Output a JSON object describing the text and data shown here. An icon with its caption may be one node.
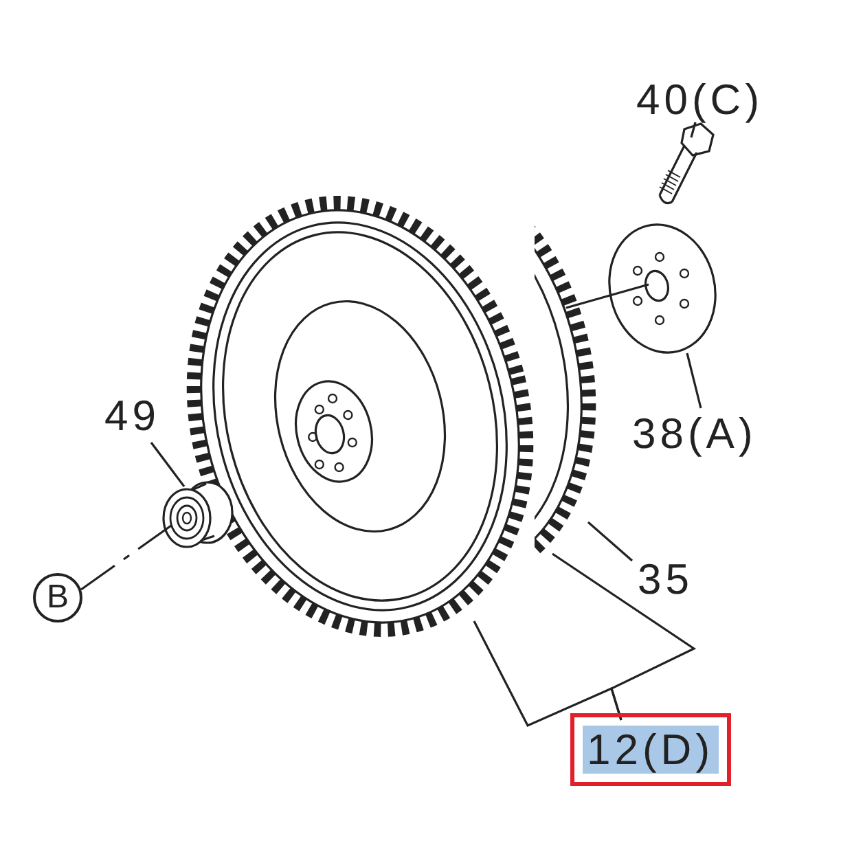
{
  "diagram": {
    "nodes": [
      {
        "text": [
          "40(C)"
        ]
      },
      {
        "text": [],
        "shape": "picture"
      },
      {
        "text": [
          "38(A)"
        ]
      },
      {
        "text": [],
        "shape": "picture"
      },
      {
        "text": [
          "49"
        ]
      },
      {
        "text": [],
        "shape": "picture"
      },
      {
        "text": [
          "B"
        ]
      },
      {
        "text": [
          "35"
        ]
      },
      {
        "text": [],
        "shape": "picture"
      },
      {
        "text": [
          "12(D)"
        ]
      },
      {
        "text": [],
        "shape": "picture"
      }
    ],
    "edges": [
      {
        "from": 0,
        "to": 1,
        "arrow": "none"
      },
      {
        "from": 2,
        "to": 3,
        "arrow": "none"
      },
      {
        "from": 8,
        "to": 3,
        "arrow": "none"
      },
      {
        "from": 4,
        "to": 5,
        "arrow": "none"
      },
      {
        "from": 6,
        "to": 5,
        "arrow": "none",
        "style": "dashed"
      },
      {
        "from": 7,
        "to": 8,
        "arrow": "none"
      },
      {
        "from": 9,
        "to": 10,
        "arrow": "none"
      },
      {
        "from": 9,
        "to": 8,
        "arrow": "none"
      }
    ]
  }
}
